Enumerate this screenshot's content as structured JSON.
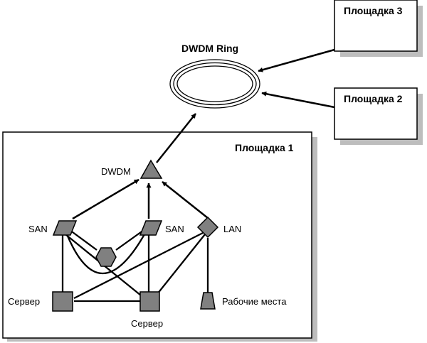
{
  "ring": {
    "label": "DWDM Ring"
  },
  "sites": {
    "site1": {
      "title": "Площадка 1"
    },
    "site2": {
      "title": "Площадка 2"
    },
    "site3": {
      "title": "Площадка 3"
    }
  },
  "nodes": {
    "dwdm": {
      "label": "DWDM",
      "shape": "triangle"
    },
    "san_left": {
      "label": "SAN",
      "shape": "parallelogram"
    },
    "san_right": {
      "label": "SAN",
      "shape": "parallelogram"
    },
    "lan": {
      "label": "LAN",
      "shape": "diamond"
    },
    "hub": {
      "label": "",
      "shape": "hexagon"
    },
    "server_left": {
      "label": "Сервер",
      "shape": "square"
    },
    "server_right": {
      "label": "Сервер",
      "shape": "square"
    },
    "workstations": {
      "label": "Рабочие места",
      "shape": "trapezoid"
    }
  },
  "colors": {
    "node_fill": "#808080",
    "shadow": "#bdbdbd",
    "stroke": "#000000",
    "background": "#ffffff"
  }
}
